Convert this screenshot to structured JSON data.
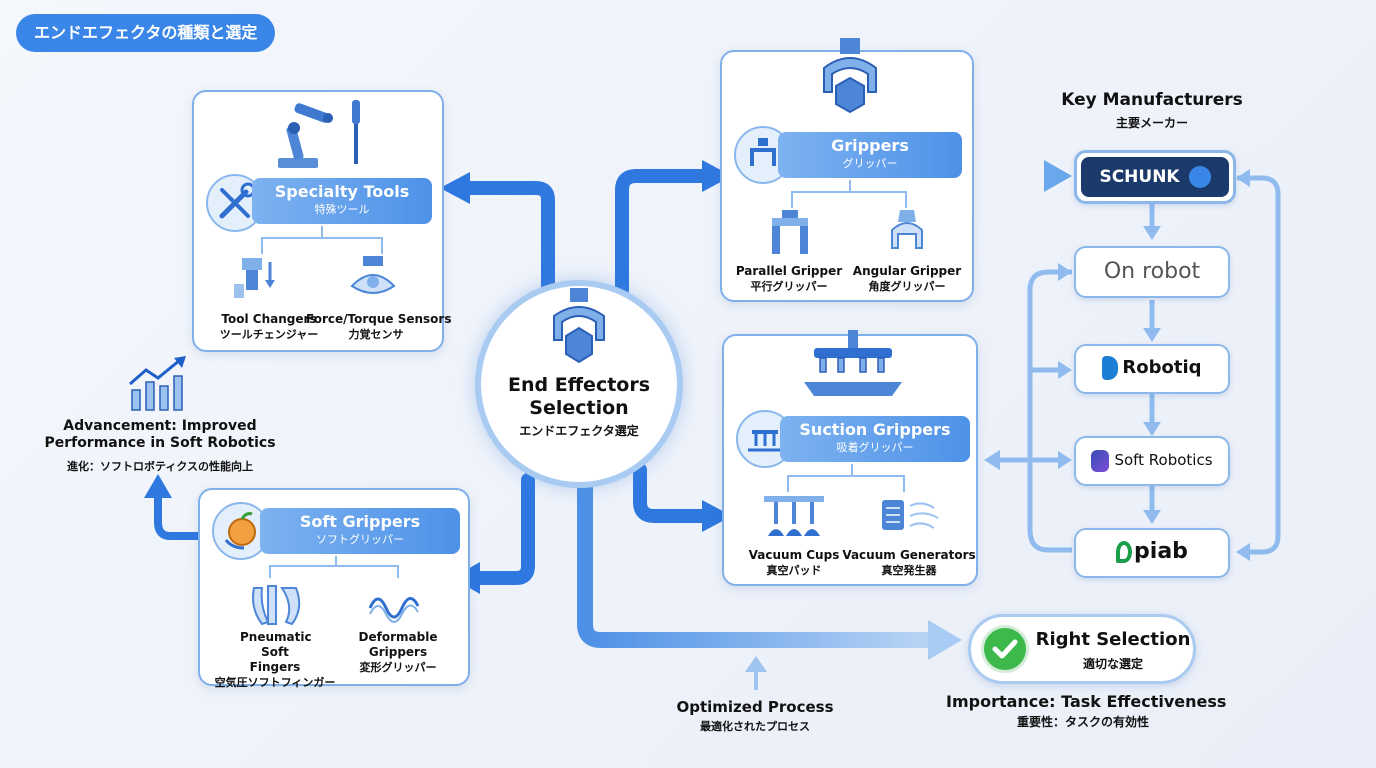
{
  "page_tag": "エンドエフェクタの種類と選定",
  "center": {
    "title": "End Effectors Selection",
    "subtitle": "エンドエフェクタ選定"
  },
  "specialty": {
    "title": "Specialty Tools",
    "subtitle": "特殊ツール",
    "items": [
      {
        "en": "Tool Changers",
        "jp": "ツールチェンジャー"
      },
      {
        "en": "Force/Torque Sensors",
        "jp": "力覚センサ"
      }
    ]
  },
  "grippers": {
    "title": "Grippers",
    "subtitle": "グリッパー",
    "items": [
      {
        "en": "Parallel Gripper",
        "jp": "平行グリッパー"
      },
      {
        "en": "Angular Gripper",
        "jp": "角度グリッパー"
      }
    ]
  },
  "suction": {
    "title": "Suction Grippers",
    "subtitle": "吸着グリッパー",
    "items": [
      {
        "en": "Vacuum Cups",
        "jp": "真空パッド"
      },
      {
        "en": "Vacuum Generators",
        "jp": "真空発生器"
      }
    ]
  },
  "soft": {
    "title": "Soft Grippers",
    "subtitle": "ソフトグリッパー",
    "items": [
      {
        "en": "Pneumatic Soft Fingers",
        "jp": "空気圧ソフトフィンガー"
      },
      {
        "en": "Deformable Grippers",
        "jp": "変形グリッパー"
      }
    ]
  },
  "advancement": {
    "en": "Advancement: Improved Performance in Soft Robotics",
    "jp": "進化：ソフトロボティクスの性能向上"
  },
  "manufacturers": {
    "title": "Key Manufacturers",
    "subtitle": "主要メーカー",
    "list": [
      "SCHUNK",
      "On robot",
      "Robotiq",
      "Soft Robotics",
      "piab"
    ]
  },
  "optimized": {
    "en": "Optimized Process",
    "jp": "最適化されたプロセス"
  },
  "right_selection": {
    "en": "Right Selection",
    "jp": "適切な選定"
  },
  "importance": {
    "en": "Importance: Task Effectiveness",
    "jp": "重要性：タスクの有効性"
  },
  "colors": {
    "accent": "#3a86e8",
    "dark_blue": "#1f5fc8",
    "schunk_bg": "#1b3a6b",
    "check_green": "#3db94c",
    "piab_green": "#1a9e4a",
    "robotiq_blue": "#1c7fd6"
  }
}
